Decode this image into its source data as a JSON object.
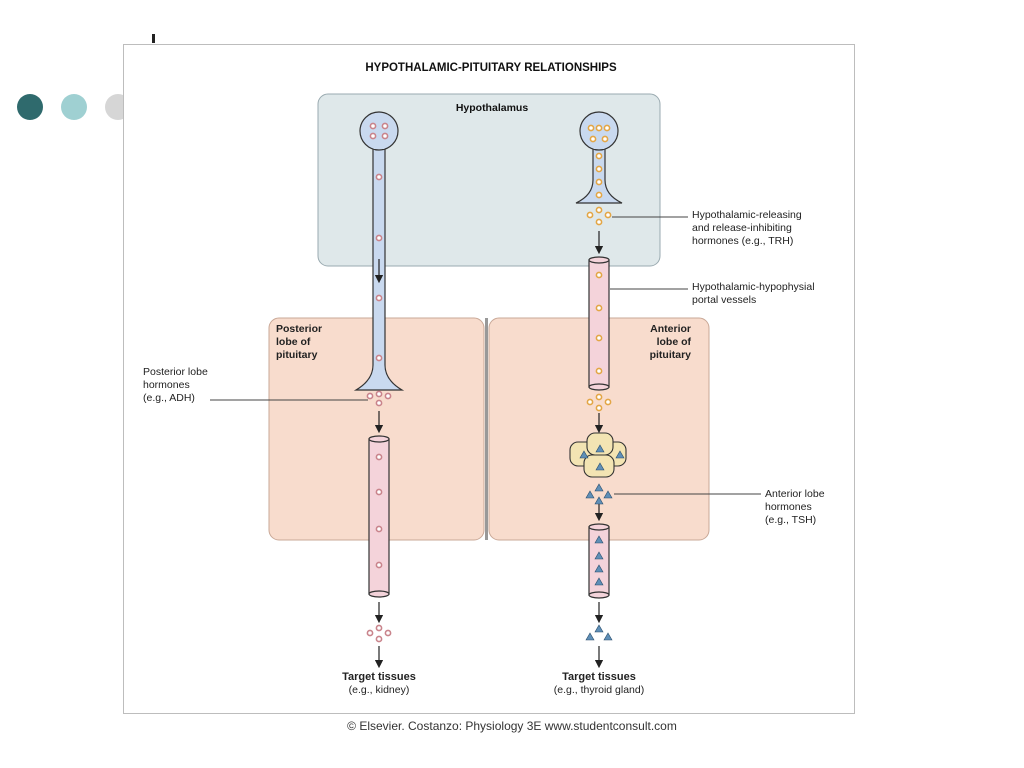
{
  "slide": {
    "dot_colors": [
      "#2f6a6d",
      "#9fd0d2",
      "#d6d6d6"
    ]
  },
  "diagram": {
    "title": "HYPOTHALAMIC-PITUITARY RELATIONSHIPS",
    "regions": {
      "hypothalamus": "Hypothalamus",
      "posterior_lobe": [
        "Posterior",
        "lobe of",
        "pituitary"
      ],
      "anterior_lobe": [
        "Anterior",
        "lobe of",
        "pituitary"
      ]
    },
    "callouts": {
      "releasing_hormones": [
        "Hypothalamic-releasing",
        "and release-inhibiting",
        "hormones (e.g., TRH)"
      ],
      "portal_vessels": [
        "Hypothalamic-hypophysial",
        "portal vessels"
      ],
      "posterior_hormones": [
        "Posterior lobe",
        "hormones",
        "(e.g., ADH)"
      ],
      "anterior_hormones": [
        "Anterior lobe",
        "hormones",
        "(e.g., TSH)"
      ]
    },
    "targets": {
      "left_title": "Target tissues",
      "left_example": "(e.g., kidney)",
      "right_title": "Target tissues",
      "right_example": "(e.g., thyroid gland)"
    },
    "colors": {
      "hypothalamus_fill": "#dfe8ea",
      "pituitary_fill": "#f8dccd",
      "neuron_fill": "#c9d9ef",
      "vessel_fill": "#f4d3da",
      "adh_dot": "#c9848c",
      "trh_dot": "#e3a646",
      "tsh_triangle": "#5f8fb7",
      "cell_fill": "#f3e4b3"
    }
  },
  "caption": "© Elsevier. Costanzo: Physiology 3E www.studentconsult.com"
}
